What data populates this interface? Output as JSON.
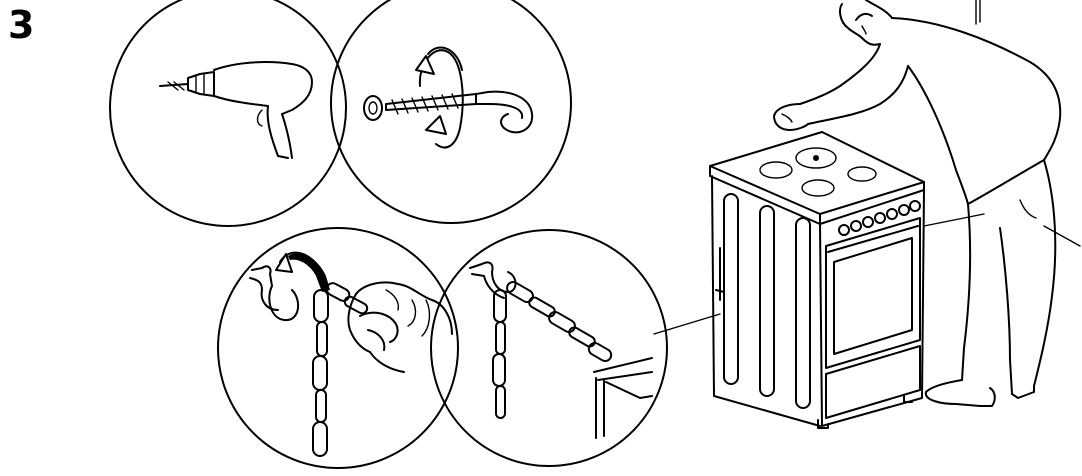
{
  "step_number": "3",
  "panels": [
    {
      "name": "drill-panel",
      "icon": "drill-icon"
    },
    {
      "name": "screw-hook-panel",
      "icon": "screw-hook-icon"
    },
    {
      "name": "hook-chain-panel",
      "icon": "chain-icon"
    },
    {
      "name": "chain-attached-panel",
      "icon": "chain-icon"
    }
  ],
  "scene": {
    "name": "person-securing-stove",
    "icons": [
      "person-icon",
      "stove-icon"
    ]
  },
  "colors": {
    "line": "#000000",
    "background": "#ffffff"
  }
}
